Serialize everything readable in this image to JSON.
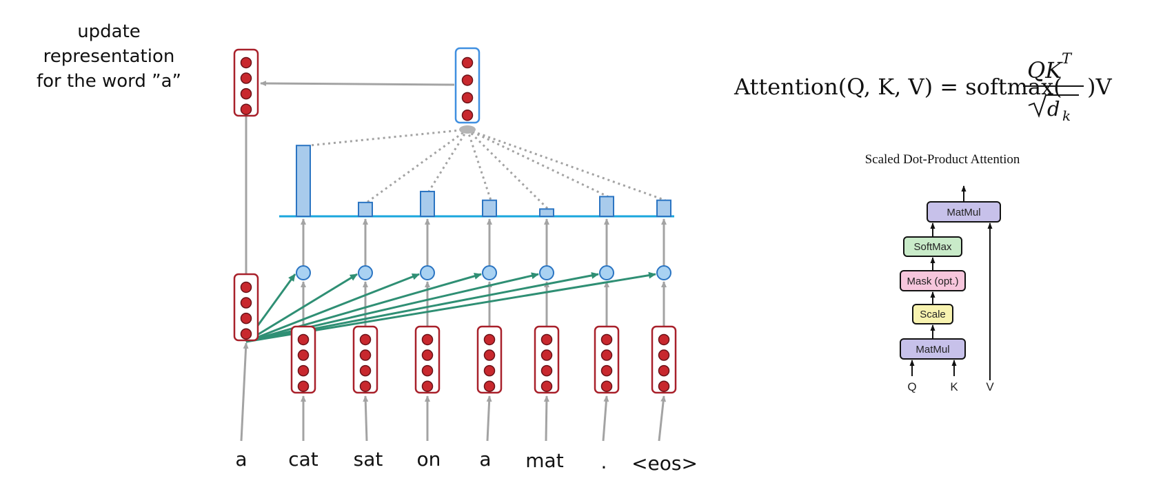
{
  "caption": [
    "update",
    "representation",
    "for the word ”a”"
  ],
  "words": [
    "a",
    "cat",
    "sat",
    "on",
    "a",
    "mat",
    ".",
    "<eos>"
  ],
  "attention_weights": [
    0.97,
    0.19,
    0.34,
    0.22,
    0.1,
    0.27,
    0.22
  ],
  "formula": {
    "lhs": "Attention(Q, K, V) = softmax(",
    "numerator": "QK",
    "numerator_sup": "T",
    "denominator": "d",
    "denominator_sub": "k",
    "rhs": ")V"
  },
  "sdp": {
    "title": "Scaled Dot-Product Attention",
    "blocks": [
      {
        "label": "MatMul",
        "color": "#c7c1ea"
      },
      {
        "label": "SoftMax",
        "color": "#c9ebc9"
      },
      {
        "label": "Mask (opt.)",
        "color": "#f6c6dc"
      },
      {
        "label": "Scale",
        "color": "#f8f3b0"
      },
      {
        "label": "MatMul",
        "color": "#c7c1ea"
      }
    ],
    "inputs": [
      "Q",
      "K",
      "V"
    ]
  },
  "colors": {
    "vector_border": "#a8202a",
    "vector_dot": "#c8282e",
    "query_border": "#3f8fe0",
    "bar_fill": "#a8cbec",
    "bar_border": "#2a74c2",
    "baseline": "#1aa6dd",
    "key_arrow": "#2f8f74",
    "gray_arrow": "#a3a3a3"
  }
}
